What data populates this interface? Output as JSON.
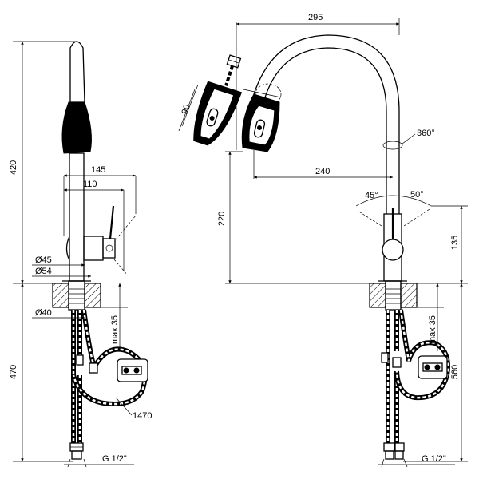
{
  "dimensions": {
    "width_top": "295",
    "height_left": "420",
    "width_145": "145",
    "width_110": "110",
    "diam_45": "Ø45",
    "diam_54": "Ø54",
    "diam_40": "Ø40",
    "height_470": "470",
    "max_35_left": "max 35",
    "hose_len": "1470",
    "thread_left": "G 1/2\"",
    "angle_90": "90",
    "rotation_360": "360°",
    "reach_240": "240",
    "height_220": "220",
    "angle_45": "45°",
    "angle_50": "50°",
    "height_135": "135",
    "max_35_right": "max 35",
    "height_560": "560",
    "thread_right": "G 1/2\""
  }
}
